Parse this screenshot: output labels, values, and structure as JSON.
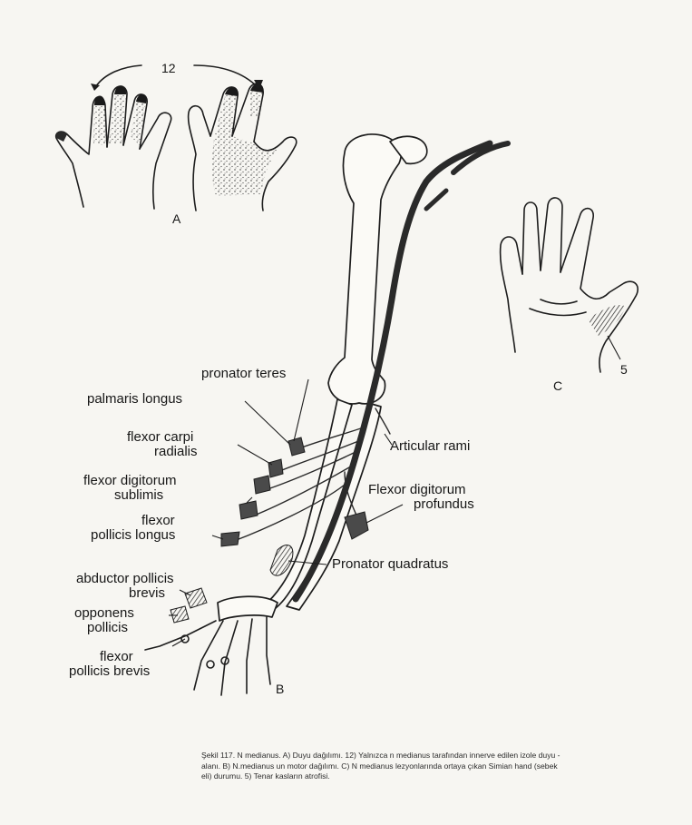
{
  "panels": {
    "a": "A",
    "b": "B",
    "c": "C"
  },
  "numbers": {
    "n12": "12",
    "n5": "5"
  },
  "labels": {
    "pronator_teres": "pronator teres",
    "palmaris_longus": "palmaris longus",
    "flexor_carpi_radialis_1": "flexor carpi",
    "flexor_carpi_radialis_2": "radialis",
    "flexor_digitorum_sublimis_1": "flexor digitorum",
    "flexor_digitorum_sublimis_2": "sublimis",
    "flexor_pollicis_longus_1": "flexor",
    "flexor_pollicis_longus_2": "pollicis longus",
    "abductor_pollicis_brevis_1": "abductor pollicis",
    "abductor_pollicis_brevis_2": "brevis",
    "opponens_pollicis_1": "opponens",
    "opponens_pollicis_2": "pollicis",
    "flexor_pollicis_brevis_1": "flexor",
    "flexor_pollicis_brevis_2": "pollicis brevis",
    "articular_rami": "Articular rami",
    "flexor_digitorum_profundus_1": "Flexor digitorum",
    "flexor_digitorum_profundus_2": "profundus",
    "pronator_quadratus": "Pronator quadratus"
  },
  "caption": {
    "line1": "Şekil 117. N medianus. A) Duyu dağılımı. 12) Yalnızca n medianus tarafından innerve edilen izole duyu -",
    "line2": "alanı. B) N.medianus un motor dağılımı. C) N medianus lezyonlarında ortaya çıkan Simian hand (sebek",
    "line3": "eli) durumu. 5) Tenar kasların atrofisi."
  }
}
